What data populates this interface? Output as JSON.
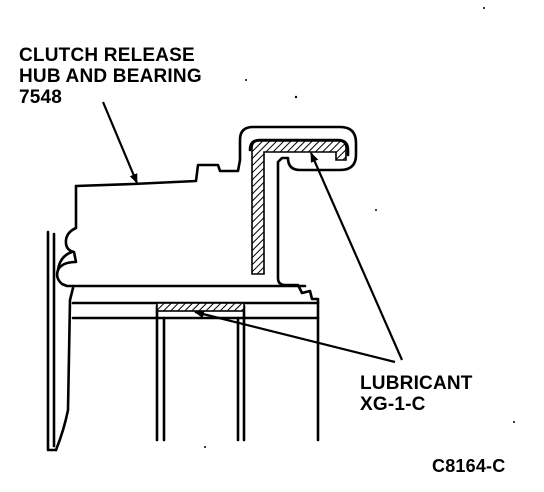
{
  "labels": {
    "hub_line1": "CLUTCH RELEASE",
    "hub_line2": "HUB AND BEARING",
    "hub_line3": "7548",
    "lubricant_line1": "LUBRICANT",
    "lubricant_line2": "XG-1-C",
    "figure_code": "C8164-C"
  },
  "colors": {
    "ink": "#000000",
    "background": "#ffffff",
    "hatch": "#000000"
  }
}
